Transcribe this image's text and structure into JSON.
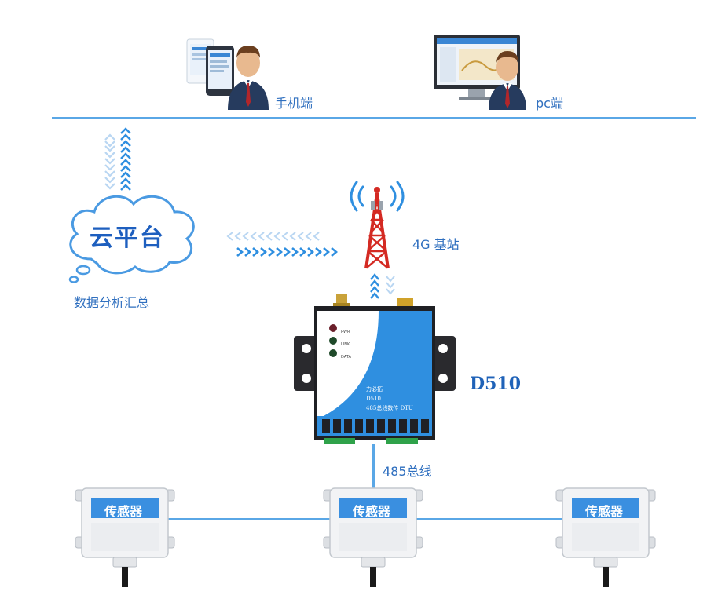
{
  "top": {
    "mobile_label": "手机端",
    "pc_label": "pc端"
  },
  "cloud": {
    "title": "云平台",
    "caption": "数据分析汇总"
  },
  "tower": {
    "label": "4G 基站"
  },
  "device": {
    "name": "D510",
    "face_line1": "力必拓",
    "face_line2": "D510",
    "face_line3": "485总线数传 DTU",
    "leds": [
      "PWR",
      "LINK",
      "DATA"
    ]
  },
  "bus": {
    "label": "485总线"
  },
  "sensors": [
    {
      "label": "传感器"
    },
    {
      "label": "传感器"
    },
    {
      "label": "传感器"
    }
  ],
  "colors": {
    "accent": "#2f8fe0",
    "line": "#5aa7e6",
    "label": "#2f6fbf",
    "tower_red": "#d42a23"
  }
}
